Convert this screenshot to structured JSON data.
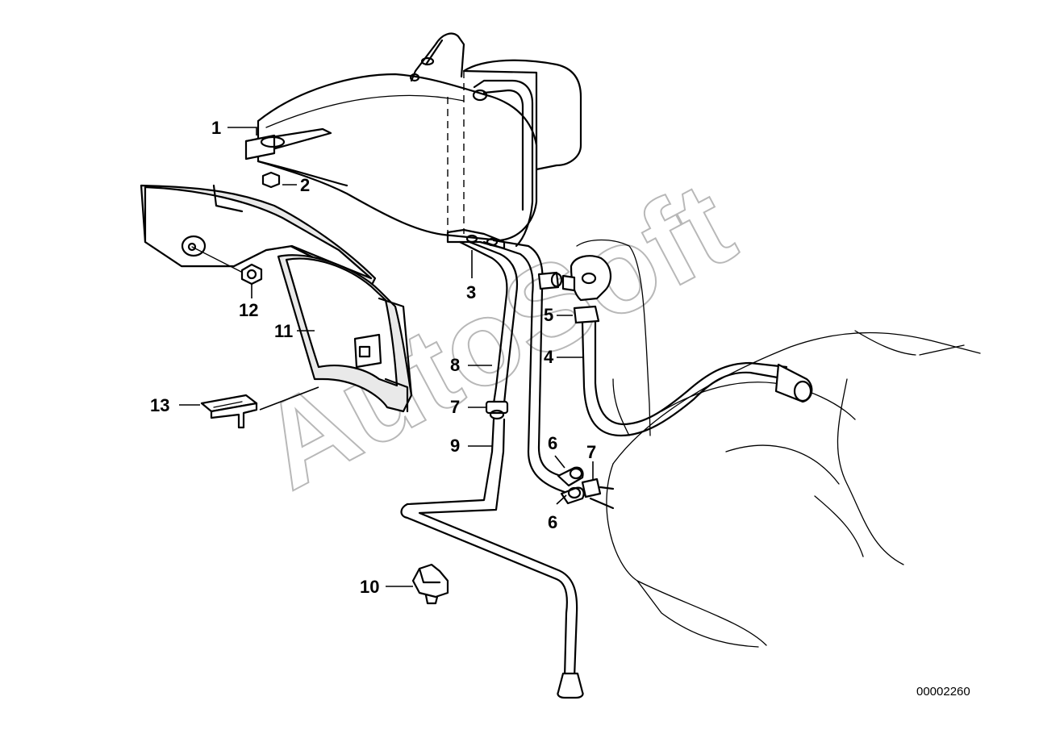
{
  "diagram": {
    "callouts": {
      "c1": "1",
      "c2": "2",
      "c3": "3",
      "c4": "4",
      "c5": "5",
      "c6a": "6",
      "c6b": "6",
      "c7a": "7",
      "c7b": "7",
      "c8": "8",
      "c9": "9",
      "c10": "10",
      "c11": "11",
      "c12": "12",
      "c13": "13"
    },
    "watermark": "AutoSoft",
    "document_number": "00002260"
  }
}
